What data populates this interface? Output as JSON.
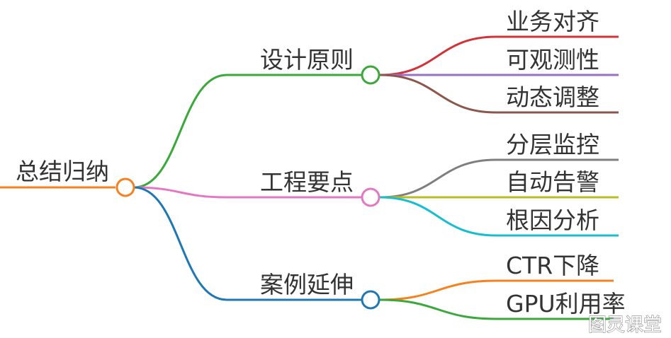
{
  "root": {
    "label": "总结归纳",
    "color": "#f5821f"
  },
  "branches": [
    {
      "label": "设计原则",
      "color": "#3aa83a",
      "children": [
        {
          "label": "业务对齐",
          "color": "#d13438"
        },
        {
          "label": "可观测性",
          "color": "#9b6fc4"
        },
        {
          "label": "动态调整",
          "color": "#8c564b"
        }
      ]
    },
    {
      "label": "工程要点",
      "color": "#e377c2",
      "children": [
        {
          "label": "分层监控",
          "color": "#7f7f7f"
        },
        {
          "label": "自动告警",
          "color": "#bcbd22"
        },
        {
          "label": "根因分析",
          "color": "#17becf"
        }
      ]
    },
    {
      "label": "案例延伸",
      "color": "#1f77b4",
      "children": [
        {
          "label": "CTR下降",
          "color": "#f5821f"
        },
        {
          "label": "GPU利用率",
          "color": "#3aa83a"
        }
      ]
    }
  ],
  "watermark": "图灵课堂"
}
